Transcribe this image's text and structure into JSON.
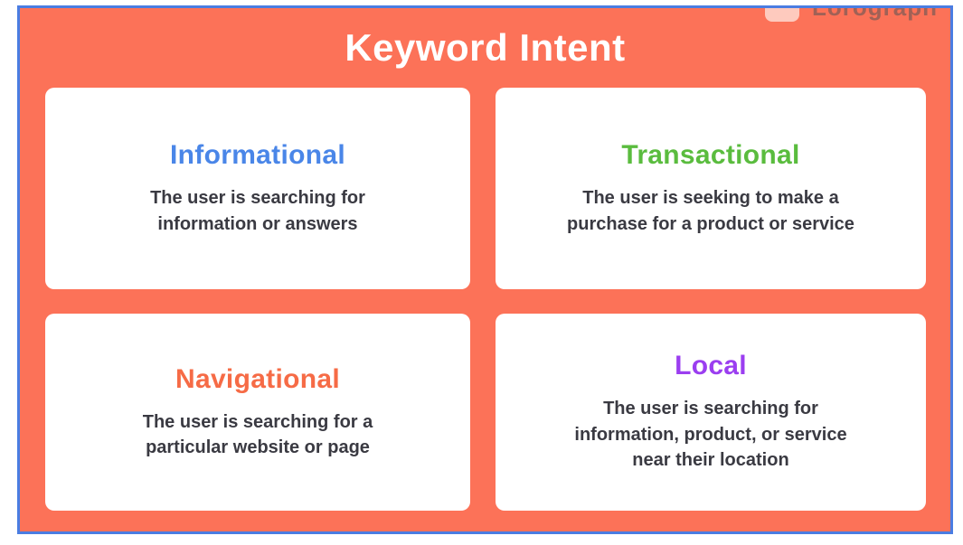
{
  "title": "Keyword Intent",
  "watermark": {
    "text": "Lorograph",
    "icon": "logo-icon"
  },
  "colors": {
    "background_orange": "#fc7258",
    "frame_border_blue": "#4a7de2",
    "card_background": "#ffffff",
    "title_text": "#ffffff",
    "body_text": "#3a3a42",
    "informational_heading": "#4a86e8",
    "transactional_heading": "#5abc3e",
    "navigational_heading": "#f66b46",
    "local_heading": "#9b3ef0"
  },
  "cards": [
    {
      "id": "informational",
      "heading": "Informational",
      "body_lines": [
        "The user is searching for",
        "information or answers"
      ]
    },
    {
      "id": "transactional",
      "heading": "Transactional",
      "body_lines": [
        "The user is seeking to make a",
        "purchase for a product or service"
      ]
    },
    {
      "id": "navigational",
      "heading": "Navigational",
      "body_lines": [
        "The user is searching for a",
        "particular website or page"
      ]
    },
    {
      "id": "local",
      "heading": "Local",
      "body_lines": [
        "The user is searching for",
        "information, product, or service",
        "near their location"
      ]
    }
  ]
}
